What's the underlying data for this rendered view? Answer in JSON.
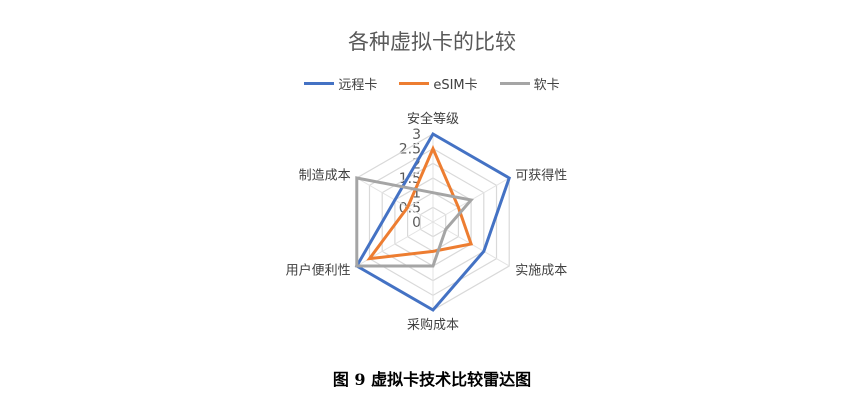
{
  "chart_data": {
    "type": "radar",
    "title": "各种虚拟卡的比较",
    "categories": [
      "安全等级",
      "可获得性",
      "实施成本",
      "采购成本",
      "用户便利性",
      "制造成本"
    ],
    "ticks": [
      "0",
      "0.5",
      "1",
      "1.5",
      "2",
      "2.5",
      "3"
    ],
    "range": [
      0,
      3
    ],
    "legend_position": "top",
    "series": [
      {
        "name": "远程卡",
        "color": "#4472C4",
        "values": [
          3,
          3,
          2,
          3,
          3,
          1.5
        ]
      },
      {
        "name": "eSIM卡",
        "color": "#ED7D31",
        "values": [
          2.5,
          1,
          1.5,
          1,
          2.5,
          1
        ]
      },
      {
        "name": "软卡",
        "color": "#A5A5A5",
        "values": [
          1,
          1.5,
          0.5,
          1.5,
          3,
          3
        ]
      }
    ]
  },
  "caption": "图 9 虚拟卡技术比较雷达图"
}
